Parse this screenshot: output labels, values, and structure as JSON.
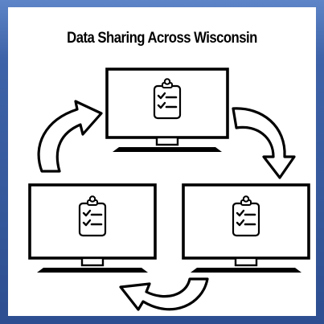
{
  "title": "Data Sharing Across Wisconsin",
  "colors": {
    "frame": "#3f63a8",
    "panel": "#ffffff",
    "ink": "#000000"
  },
  "nodes": [
    {
      "name": "monitor-top",
      "icon": "clipboard-checklist-icon"
    },
    {
      "name": "monitor-left",
      "icon": "clipboard-checklist-icon"
    },
    {
      "name": "monitor-right",
      "icon": "clipboard-checklist-icon"
    }
  ],
  "arrows": [
    {
      "name": "arrow-left-to-top",
      "icon": "curved-arrow-icon"
    },
    {
      "name": "arrow-top-to-right",
      "icon": "curved-arrow-icon"
    },
    {
      "name": "arrow-right-to-left",
      "icon": "curved-arrow-icon"
    }
  ]
}
